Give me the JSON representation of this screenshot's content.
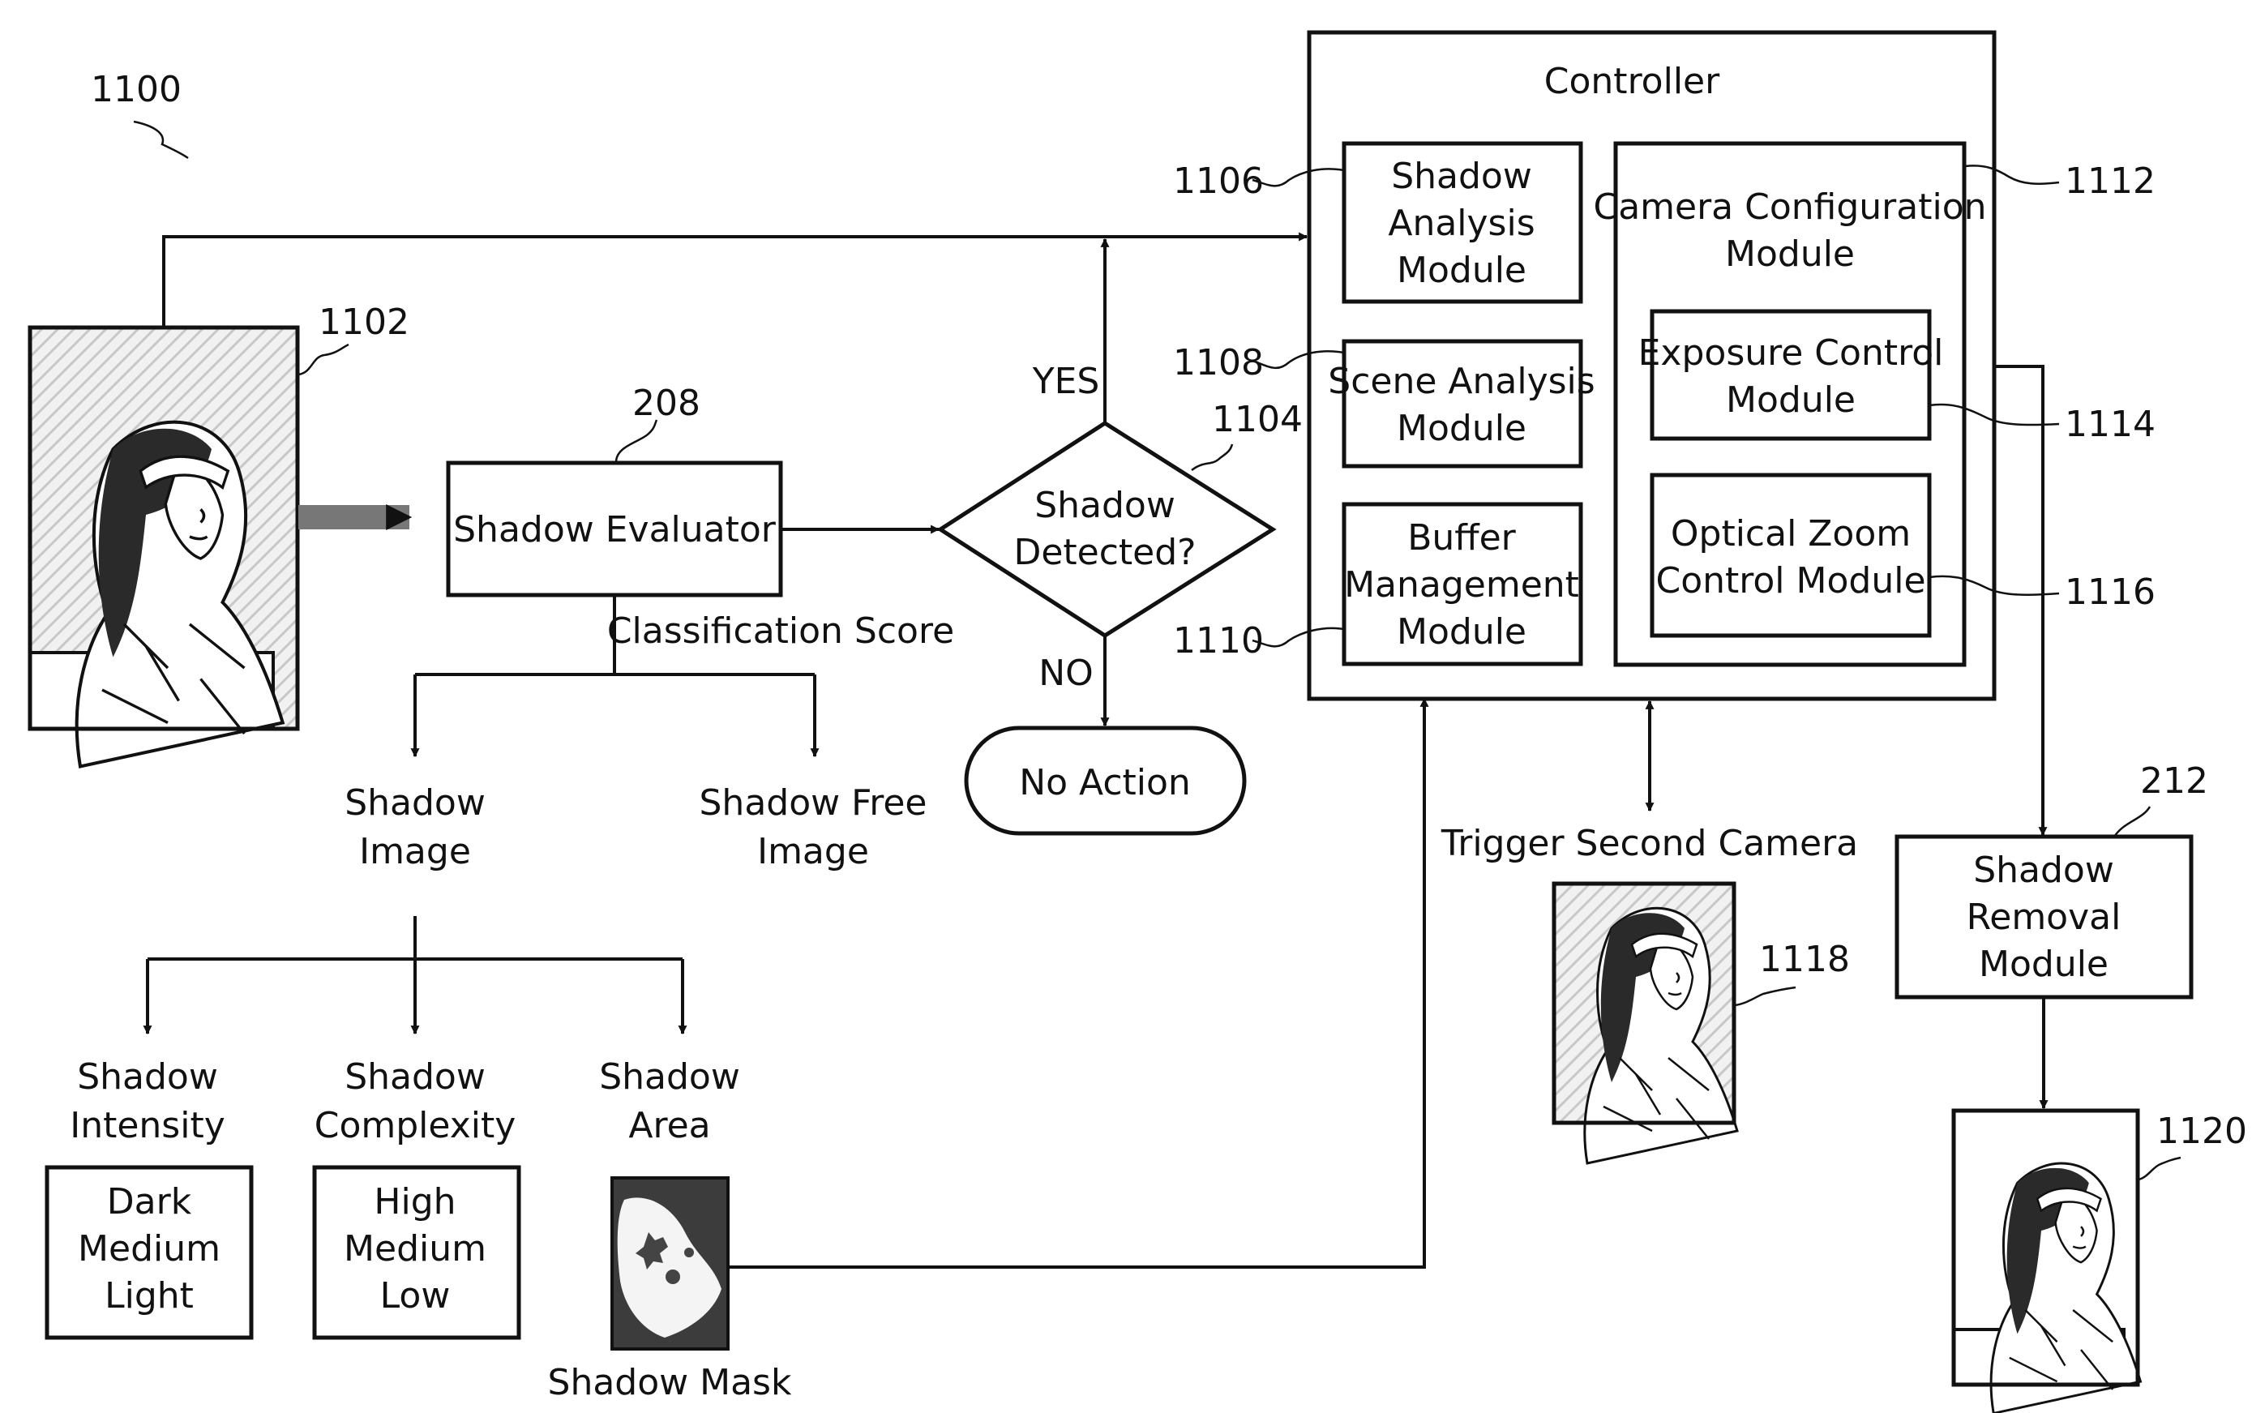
{
  "figure_ref": "1100",
  "input_image": {
    "ref": "1102"
  },
  "shadow_evaluator": {
    "label": "Shadow Evaluator",
    "ref": "208",
    "output_label": "Classification Score"
  },
  "outputs": {
    "shadow_image": [
      "Shadow",
      "Image"
    ],
    "shadow_free_image": [
      "Shadow Free",
      "Image"
    ]
  },
  "attributes": {
    "intensity": {
      "title": [
        "Shadow",
        "Intensity"
      ],
      "values": [
        "Dark",
        "Medium",
        "Light"
      ]
    },
    "complexity": {
      "title": [
        "Shadow",
        "Complexity"
      ],
      "values": [
        "High",
        "Medium",
        "Low"
      ]
    },
    "area": {
      "title": [
        "Shadow",
        "Area"
      ],
      "mask_label": "Shadow Mask"
    }
  },
  "decision": {
    "lines": [
      "Shadow",
      "Detected?"
    ],
    "ref": "1104",
    "yes": "YES",
    "no": "NO",
    "no_action": "No Action"
  },
  "controller": {
    "title": "Controller",
    "shadow_analysis": {
      "lines": [
        "Shadow",
        "Analysis",
        "Module"
      ],
      "ref": "1106"
    },
    "scene_analysis": {
      "lines": [
        "Scene Analysis",
        "Module"
      ],
      "ref": "1108"
    },
    "buffer_management": {
      "lines": [
        "Buffer",
        "Management",
        "Module"
      ],
      "ref": "1110"
    },
    "camera_config": {
      "lines": [
        "Camera Configuration",
        "Module"
      ],
      "ref": "1112"
    },
    "exposure_control": {
      "lines": [
        "Exposure Control",
        "Module"
      ],
      "ref": "1114"
    },
    "optical_zoom": {
      "lines": [
        "Optical Zoom",
        "Control Module"
      ],
      "ref": "1116"
    }
  },
  "trigger": {
    "label": "Trigger Second Camera",
    "ref": "1118"
  },
  "shadow_removal": {
    "lines": [
      "Shadow",
      "Removal",
      "Module"
    ],
    "ref": "212"
  },
  "output_image": {
    "ref": "1120"
  }
}
